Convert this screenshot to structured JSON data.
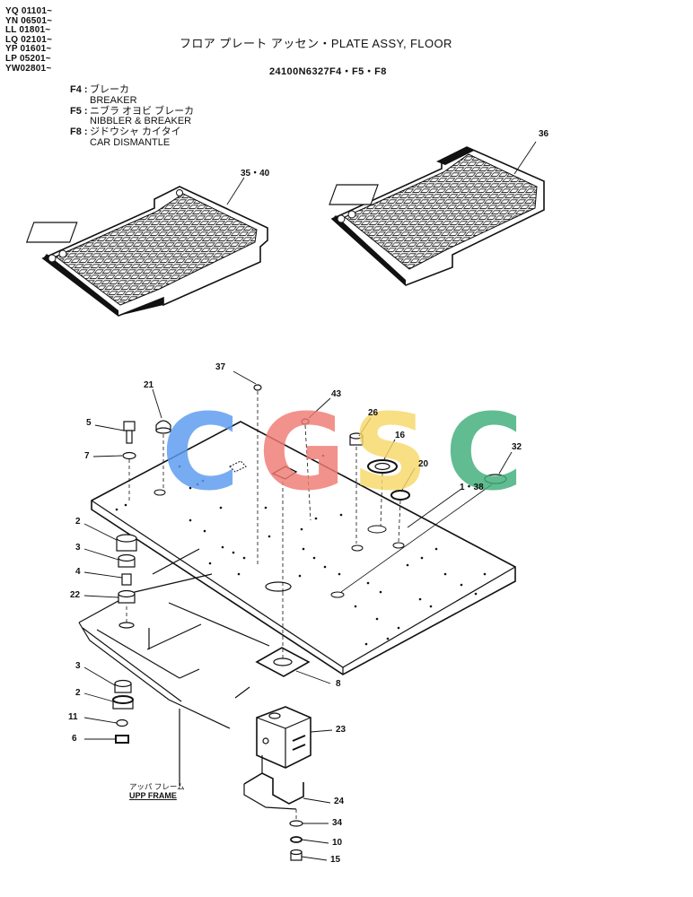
{
  "serial_ranges": [
    "YQ 01101~",
    "YN 06501~",
    "LL 01801~",
    "LQ 02101~",
    "YP 01601~",
    "LP 05201~",
    "YW02801~"
  ],
  "title": "フロア プレート アッセン・PLATE ASSY, FLOOR",
  "part_number": "24100N6327F4・F5・F8",
  "variants": [
    {
      "code": "F4 :",
      "jp": "ブレーカ",
      "en": "BREAKER"
    },
    {
      "code": "F5 :",
      "jp": "ニブラ オヨビ ブレーカ",
      "en": "NIBBLER & BREAKER"
    },
    {
      "code": "F8 :",
      "jp": "ジドウシャ カイタイ",
      "en": "CAR DISMANTLE"
    }
  ],
  "watermark": {
    "letters": [
      "C",
      "G",
      "S",
      "C"
    ],
    "colors": [
      "#5b9bf0",
      "#f07b73",
      "#f7d86a",
      "#3fae7a"
    ]
  },
  "callouts": {
    "c3540": "35・40",
    "c36": "36",
    "c37": "37",
    "c21": "21",
    "c43": "43",
    "c5": "5",
    "c7": "7",
    "c26": "26",
    "c16": "16",
    "c32": "32",
    "c20": "20",
    "c138": "1・38",
    "c2a": "2",
    "c3a": "3",
    "c4": "4",
    "c22": "22",
    "c8": "8",
    "c3b": "3",
    "c2b": "2",
    "c11": "11",
    "c6": "6",
    "c23": "23",
    "c24": "24",
    "c34": "34",
    "c10": "10",
    "c15": "15"
  },
  "frame_label": {
    "jp": "アッパ フレーム",
    "en": "UPP FRAME"
  }
}
